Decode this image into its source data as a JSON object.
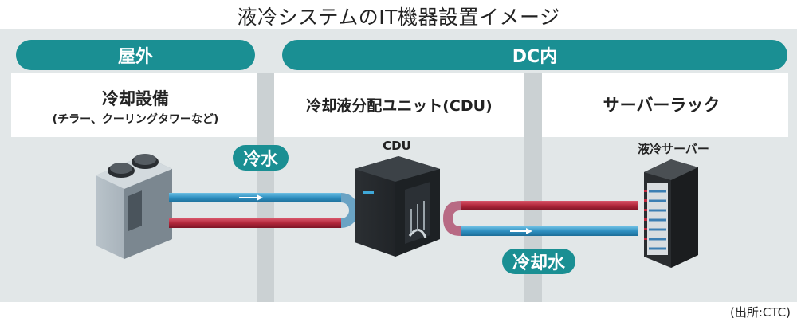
{
  "title": "液冷システムのIT機器設置イメージ",
  "zones": {
    "outdoor": "屋外",
    "dc_inside": "DC内"
  },
  "labels": {
    "cooling_equipment": "冷却設備",
    "cooling_equipment_sub": "(チラー、クーリングタワーなど)",
    "cdu_full": "冷却液分配ユニット(CDU)",
    "server_rack": "サーバーラック",
    "cdu_short": "CDU",
    "liquid_cooled_server": "液冷サーバー"
  },
  "badges": {
    "cold_water": "冷水",
    "coolant": "冷却水"
  },
  "source": "(出所:CTC)",
  "colors": {
    "teal": "#1a8f93",
    "panel": "#e2e7e8",
    "pipe_blue": "#2e8fc0",
    "pipe_red": "#b0263a"
  }
}
